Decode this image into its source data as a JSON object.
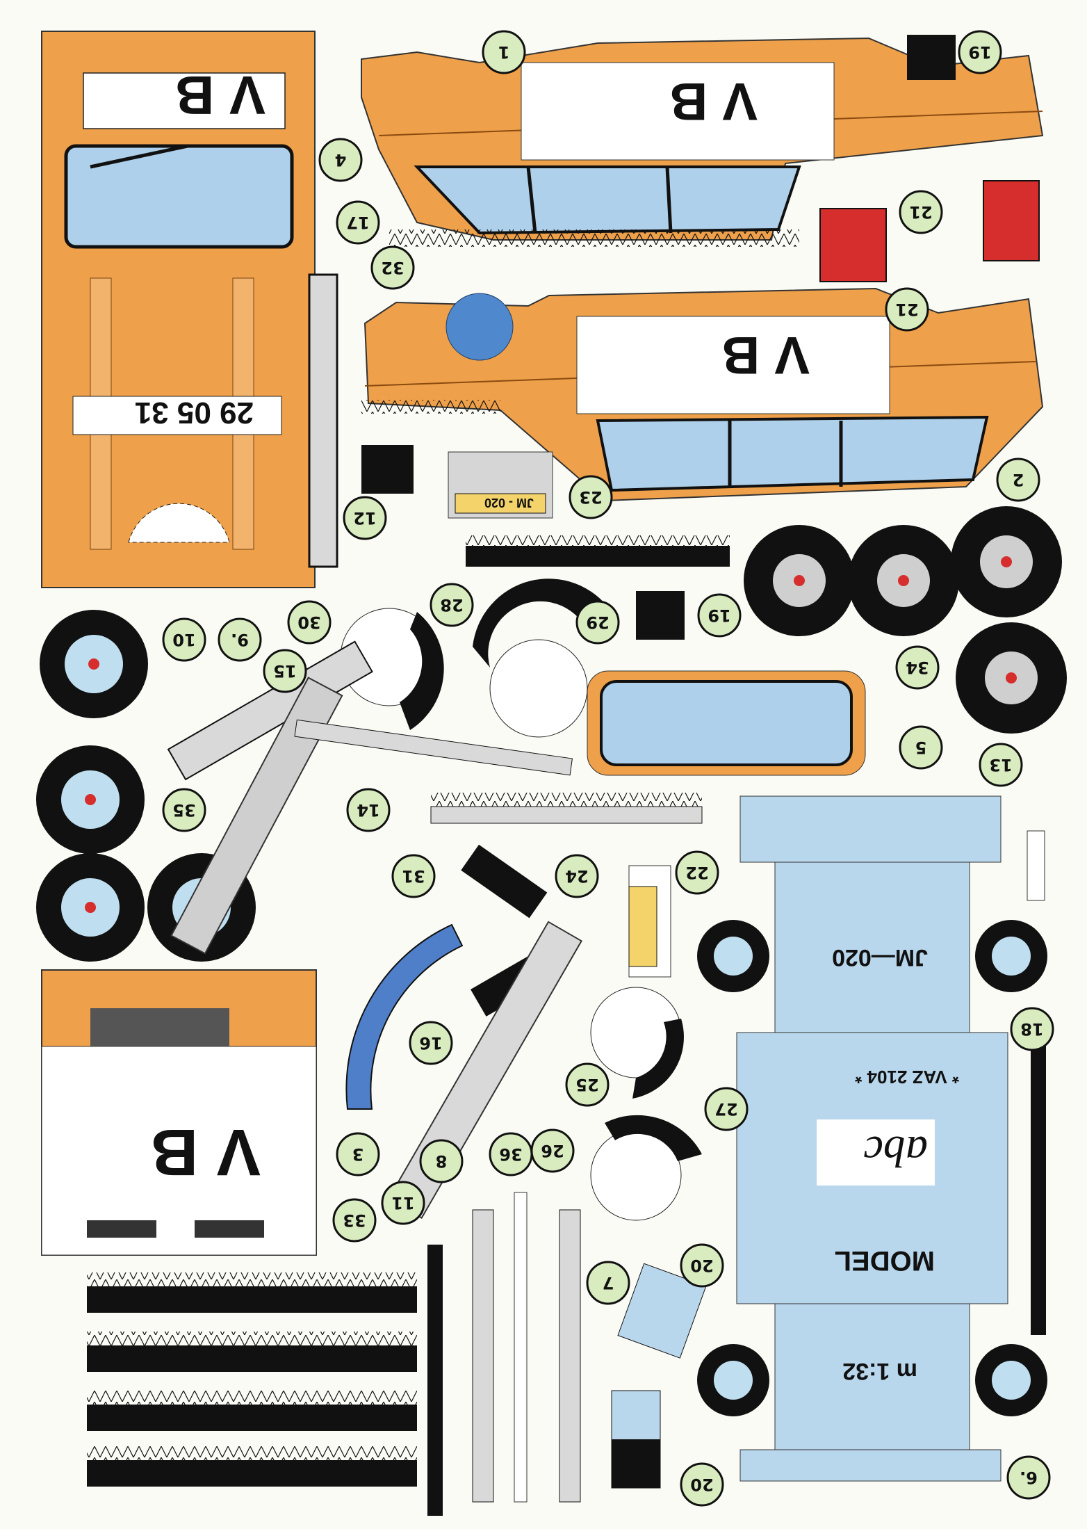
{
  "sheet": {
    "car_brand_letters": "V B",
    "rear_letters": "V B",
    "plate_number": "29 05 31",
    "plate_code": "JM - 020",
    "base_code": "JM—020",
    "model_name": "* VAZ  2104 *",
    "logo_text": "abc",
    "model_word": "MODEL",
    "scale": "m 1:32"
  },
  "parts": [
    {
      "id": "p1",
      "label": "1"
    },
    {
      "id": "p2",
      "label": "2"
    },
    {
      "id": "p3",
      "label": "3"
    },
    {
      "id": "p4",
      "label": "4"
    },
    {
      "id": "p5",
      "label": "5"
    },
    {
      "id": "p6",
      "label": "6."
    },
    {
      "id": "p7",
      "label": "7"
    },
    {
      "id": "p8",
      "label": "8"
    },
    {
      "id": "p9",
      "label": "9."
    },
    {
      "id": "p10",
      "label": "10"
    },
    {
      "id": "p11",
      "label": "11"
    },
    {
      "id": "p12",
      "label": "12"
    },
    {
      "id": "p13",
      "label": "13"
    },
    {
      "id": "p14",
      "label": "14"
    },
    {
      "id": "p15",
      "label": "15"
    },
    {
      "id": "p16",
      "label": "16"
    },
    {
      "id": "p17",
      "label": "17"
    },
    {
      "id": "p18",
      "label": "18"
    },
    {
      "id": "p19a",
      "label": "19"
    },
    {
      "id": "p19b",
      "label": "19"
    },
    {
      "id": "p20a",
      "label": "20"
    },
    {
      "id": "p20b",
      "label": "20"
    },
    {
      "id": "p21a",
      "label": "21"
    },
    {
      "id": "p21b",
      "label": "21"
    },
    {
      "id": "p22",
      "label": "22"
    },
    {
      "id": "p23",
      "label": "23"
    },
    {
      "id": "p24",
      "label": "24"
    },
    {
      "id": "p25",
      "label": "25"
    },
    {
      "id": "p26",
      "label": "26"
    },
    {
      "id": "p27",
      "label": "27"
    },
    {
      "id": "p28",
      "label": "28"
    },
    {
      "id": "p29",
      "label": "29"
    },
    {
      "id": "p30",
      "label": "30"
    },
    {
      "id": "p31",
      "label": "31"
    },
    {
      "id": "p32",
      "label": "32"
    },
    {
      "id": "p33",
      "label": "33"
    },
    {
      "id": "p34",
      "label": "34"
    },
    {
      "id": "p35",
      "label": "35"
    },
    {
      "id": "p36",
      "label": "36"
    }
  ],
  "colors": {
    "body_orange": "#eea04a",
    "glass_blue": "#aed0ea",
    "base_blue": "#b9d7ec",
    "label_green": "#d9ecc0",
    "red_part": "#d62d2d"
  }
}
